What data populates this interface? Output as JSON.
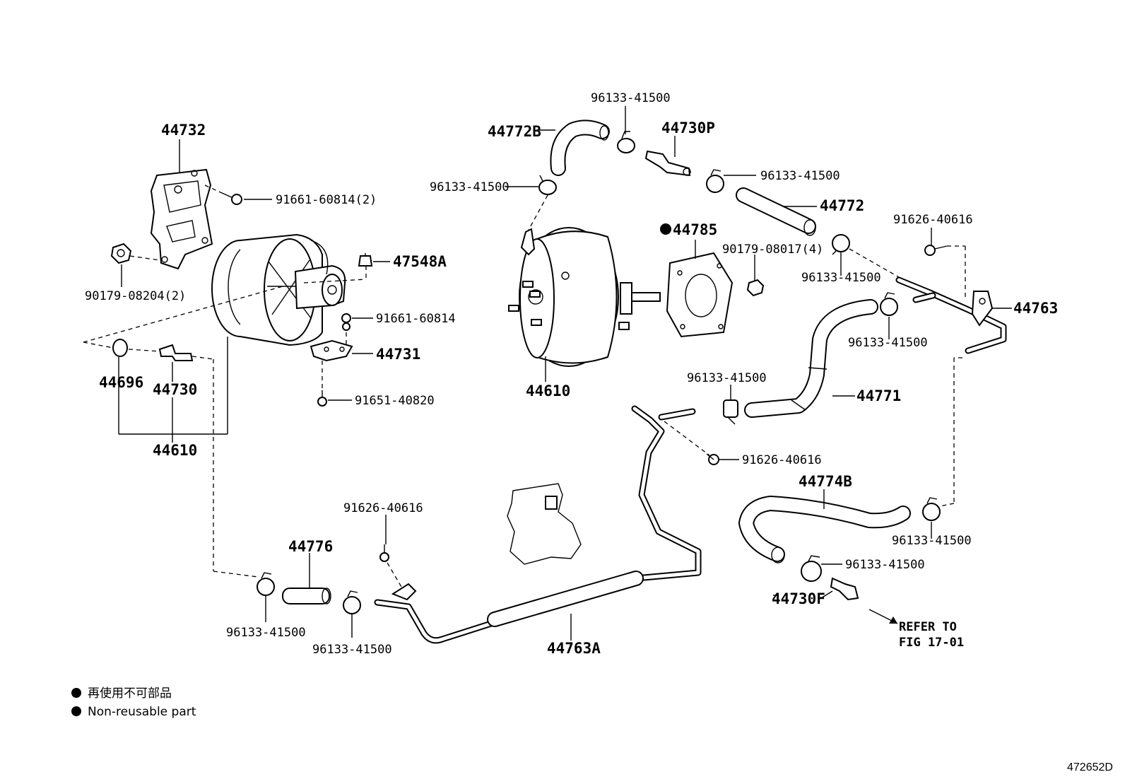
{
  "labels": {
    "p44732": "44732",
    "p91661_60814_2": "91661-60814(2)",
    "p90179_08204_2": "90179-08204(2)",
    "p47548A": "47548A",
    "p91661_60814": "91661-60814",
    "p44731": "44731",
    "p91651_40820": "91651-40820",
    "p44696": "44696",
    "p44730": "44730",
    "p44610_left": "44610",
    "p96133_top": "96133-41500",
    "p44772B": "44772B",
    "p44730P": "44730P",
    "p96133_left_top": "96133-41500",
    "p96133_right_top": "96133-41500",
    "p44772": "44772",
    "p44785": "44785",
    "p90179_08017_4": "90179-08017(4)",
    "p91626_right": "91626-40616",
    "p96133_mid_right": "96133-41500",
    "p44763": "44763",
    "p96133_right_clip": "96133-41500",
    "p44610_center": "44610",
    "p96133_center": "96133-41500",
    "p44771": "44771",
    "p91626_center": "91626-40616",
    "p44774B": "44774B",
    "p96133_lower_right": "96133-41500",
    "p96133_lower_clamp": "96133-41500",
    "p44730F": "44730F",
    "p91626_bottom": "91626-40616",
    "p44776": "44776",
    "p96133_bottom_left": "96133-41500",
    "p96133_bottom_mid": "96133-41500",
    "p44763A": "44763A",
    "refer_line1": "REFER TO",
    "refer_line2": "FIG 17-01"
  },
  "legend": {
    "japanese": "再使用不可部品",
    "english": "Non-reusable part"
  },
  "figure_id": "472652D"
}
